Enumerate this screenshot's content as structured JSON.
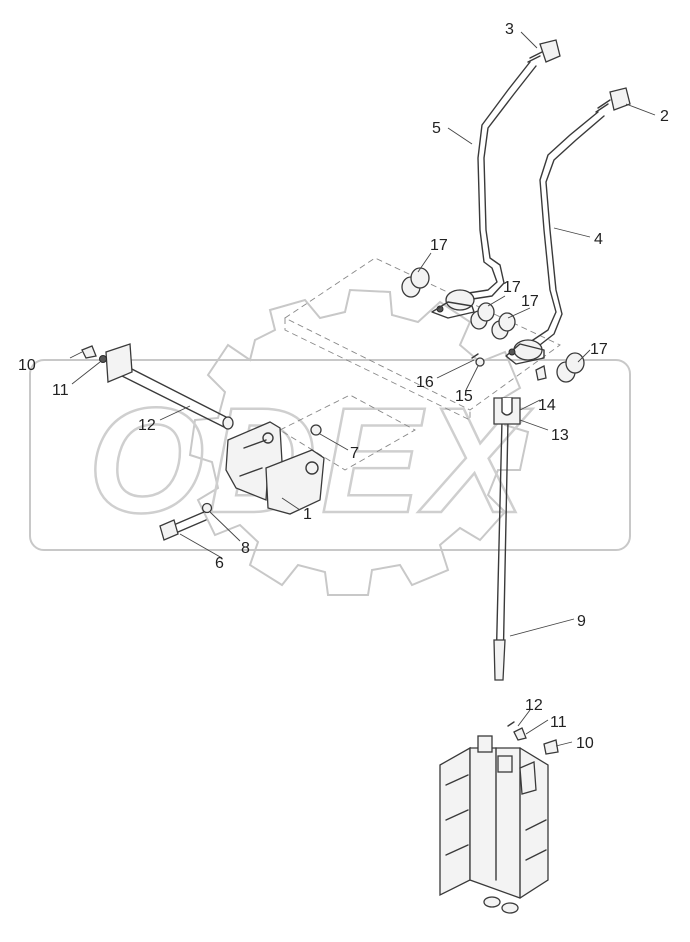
{
  "watermark": {
    "text": "ODEX"
  },
  "callouts": {
    "c1": "1",
    "c2": "2",
    "c3": "3",
    "c4": "4",
    "c5": "5",
    "c6": "6",
    "c7": "7",
    "c8": "8",
    "c9": "9",
    "c10a": "10",
    "c10b": "10",
    "c11a": "11",
    "c11b": "11",
    "c12a": "12",
    "c12b": "12",
    "c13": "13",
    "c14": "14",
    "c15": "15",
    "c16": "16",
    "c17a": "17",
    "c17b": "17",
    "c17c": "17",
    "c17d": "17"
  },
  "colors": {
    "line": "#3a3a3a",
    "watermark": "#c8c8c8"
  }
}
